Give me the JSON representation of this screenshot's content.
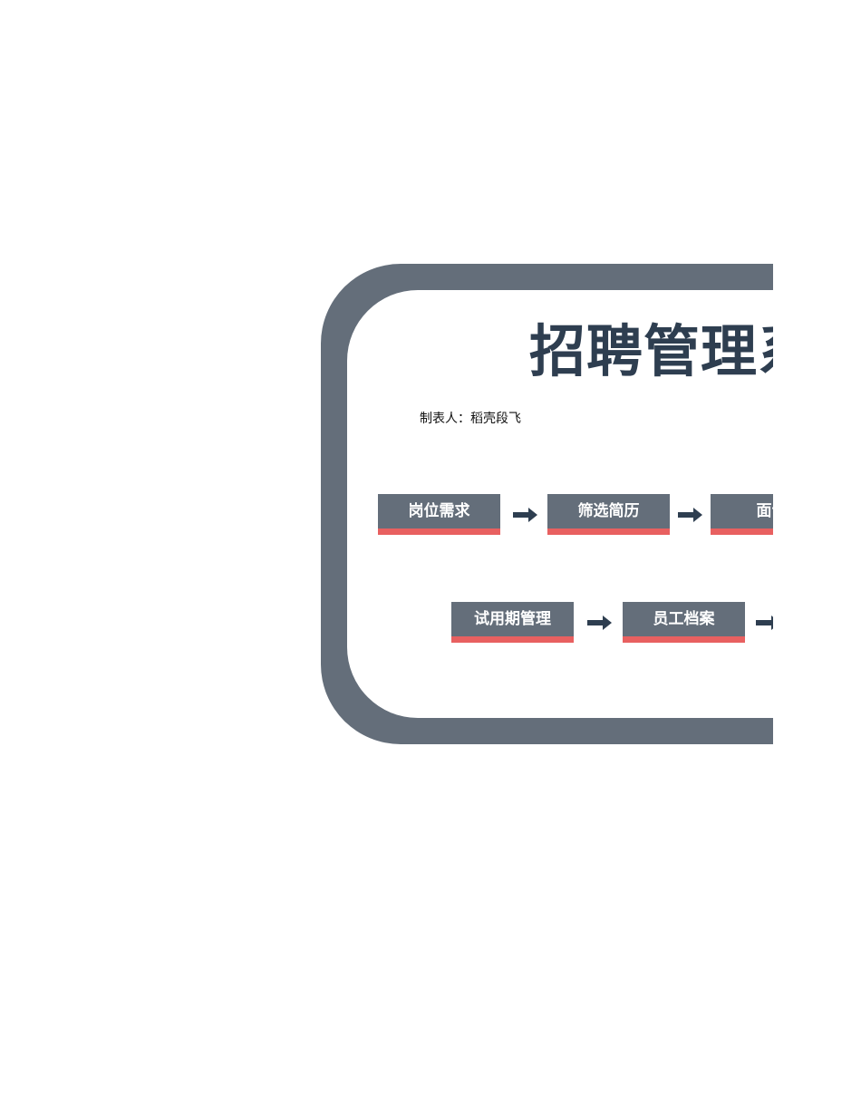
{
  "title": "招聘管理系",
  "author": "制表人：稻壳段飞",
  "colors": {
    "frame": "#646e7a",
    "accent": "#e86060",
    "title": "#2e3e50",
    "arrow": "#2e3e50"
  },
  "flow": {
    "row1": [
      "岗位需求",
      "筛选简历",
      "面试"
    ],
    "row2": [
      "试用期管理",
      "员工档案"
    ]
  }
}
